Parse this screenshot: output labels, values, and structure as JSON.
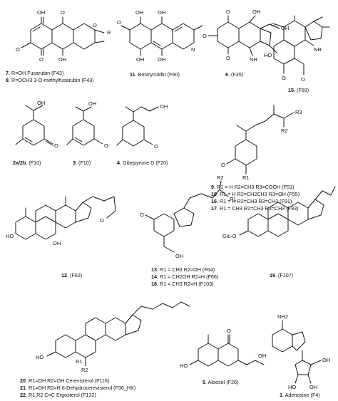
{
  "compounds": [
    {
      "id": "7",
      "label": "R=OH Fusarubin",
      "code": "(F43)"
    },
    {
      "id": "8",
      "label": "R=OCH3 3-O-methylfusarubin",
      "code": "(F43)"
    },
    {
      "id": "11",
      "label": "Bostrycoidin",
      "code": "(F60)"
    },
    {
      "id": "6",
      "label": "",
      "code": "(F35)"
    },
    {
      "id": "15",
      "label": "",
      "code": "(F69)"
    },
    {
      "id": "2a/2b",
      "label": "",
      "code": "(F10)"
    },
    {
      "id": "3",
      "label": "",
      "code": "(F10)"
    },
    {
      "id": "4",
      "label": "Gibepyrone D",
      "code": "(F20)"
    },
    {
      "id": "9",
      "label": "R1 = H  R2=CH3  R3=COOH",
      "code": "(F51)"
    },
    {
      "id": "10",
      "label": "R1 = H  R2=CH2CH3  R3=OH",
      "code": "(F55)"
    },
    {
      "id": "16",
      "label": "R1 = H  R2=CH3  R3=CH3",
      "code": "(F91)"
    },
    {
      "id": "17",
      "label": "R1 = CH3  R2=CH3  R3=CH3",
      "code": "(F93)"
    },
    {
      "id": "12",
      "label": "",
      "code": "(F62)"
    },
    {
      "id": "13",
      "label": "R1 = CH3  R2=OH",
      "code": "(F64)"
    },
    {
      "id": "14",
      "label": "R1 = CH2OH  R2=H",
      "code": "(F66)"
    },
    {
      "id": "18",
      "label": "R1 = CH3  R2=H",
      "code": "(F103)"
    },
    {
      "id": "19",
      "label": "",
      "code": "(F107)"
    },
    {
      "id": "20",
      "label": "R1=OH  R2=OH  Cerevisterol",
      "code": "(F116)"
    },
    {
      "id": "21",
      "label": "R1=OH  R2=H  6-Dehydrocerevisterol",
      "code": "(F36_HX)"
    },
    {
      "id": "22",
      "label": "R1,R2 C=C  Ergosterol",
      "code": "(F132)"
    },
    {
      "id": "5",
      "label": "Aloesol",
      "code": "(F26)"
    },
    {
      "id": "1",
      "label": "Adenosine",
      "code": "(F4)"
    }
  ],
  "atoms": {
    "OH": "OH",
    "O": "O",
    "NH": "NH",
    "N": "N",
    "NH2": "NH2",
    "HO": "HO",
    "R": "R",
    "R1": "R1",
    "R2": "R2",
    "R3": "R3",
    "Glc": "Glc-O",
    "OCH3": "O",
    "H": "H"
  }
}
